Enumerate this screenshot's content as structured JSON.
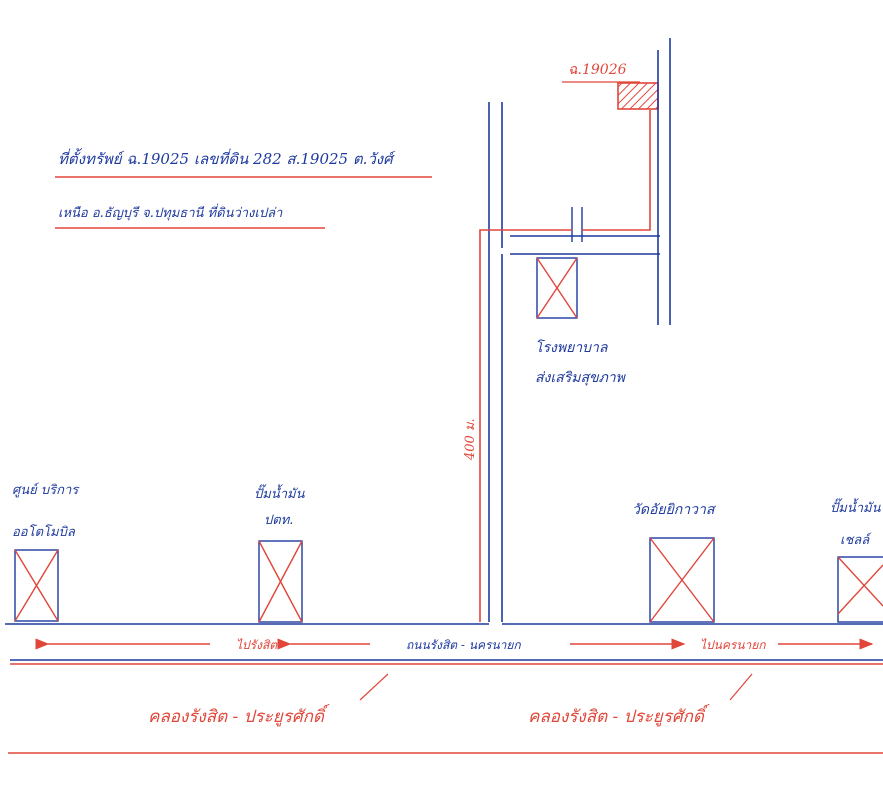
{
  "map": {
    "colors": {
      "blue_ink": "#1f3a9e",
      "red_ink": "#e0463a"
    },
    "header": {
      "location_line": "ที่ตั้งทรัพย์ ฉ.19025 เลขที่ดิน 282 ส.19025 ต.วังศ์",
      "area_line": "เหนือ อ.ธัญบุรี จ.ปทุมธานี ที่ดินว่างเปล่า"
    },
    "subject_parcel": {
      "label": "ฉ.19026"
    },
    "road_label_vertical": "400 ม.",
    "landmarks": {
      "hospital": {
        "line1": "โรงพยาบาล",
        "line2": "ส่งเสริมสุขภาพ"
      },
      "shrine": {
        "line1": "ศูนย์ บริการ",
        "line2": "ออโตโมบิล"
      },
      "gas_station_ptt": {
        "line1": "ปั๊มน้ำมัน",
        "line2": "ปตท."
      },
      "temple": {
        "label": "วัดอัยยิกาวาส"
      },
      "gas_station_right": {
        "line1": "ปั๊มน้ำมัน",
        "line2": "เชลล์"
      }
    },
    "road": {
      "center_label": "ถนนรังสิต - นครนายก",
      "to_left": "ไปรังสิต",
      "to_right": "ไปนครนายก"
    },
    "canal": {
      "label_left": "คลองรังสิต - ประยูรศักดิ์",
      "label_right": "คลองรังสิต - ประยูรศักดิ์"
    }
  }
}
